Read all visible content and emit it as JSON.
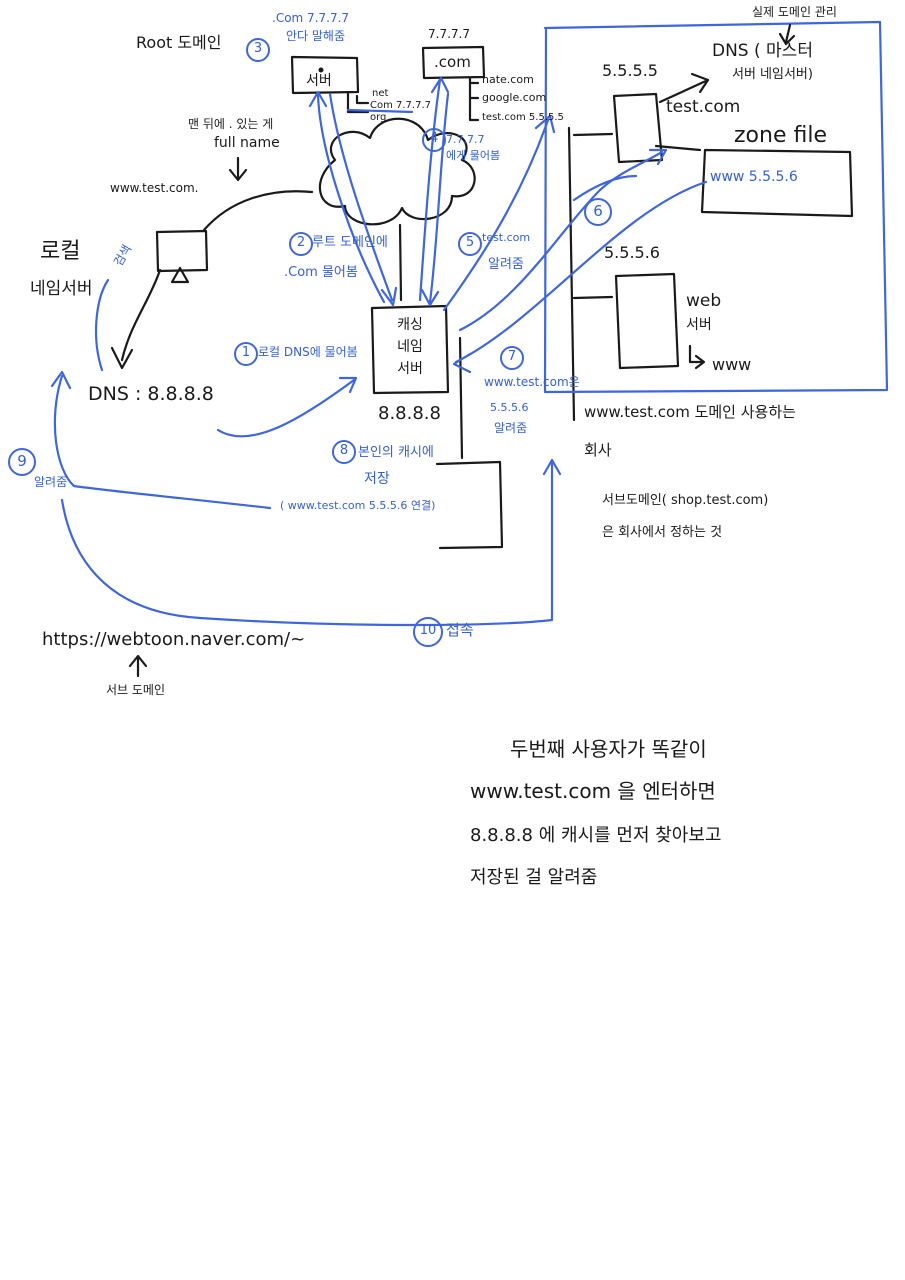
{
  "labels": {
    "root_domain": "Root 도메인",
    "com_ip_top": "7.7.7.7",
    "com_label": ".com",
    "root_server": "서버",
    "root_note_com": ".Com 7.7.7.7",
    "root_note_sub": "안다 말해줌",
    "tld_list_1": "net",
    "tld_list_2": "Com 7.7.7.7",
    "tld_list_3": "org",
    "com_list_1": "nate.com",
    "com_list_2": "google.com",
    "com_list_3": "test.com 5.5.5.5",
    "full_name_1": "맨 뒤에 . 있는 게",
    "full_name_2": "full name",
    "www_full": "www.test.com.",
    "local_ns_1": "로컬",
    "local_ns_2": "네임서버",
    "search": "검색",
    "dns_ip": "DNS : 8.8.8.8",
    "cache_1": "캐싱",
    "cache_2": "네임",
    "cache_3": "서버",
    "cache_ip": "8.8.8.8",
    "step1": "로컬 DNS에 물어봄",
    "step2_1": "루트 도메인에",
    "step2_2": ".Com 물어봄",
    "step4_1": "7.7.7.7",
    "step4_2": "에게 물어봄",
    "step5_1": "test.com",
    "step5_2": "알려줌",
    "step7_1": "www.test.com은",
    "step7_2": "5.5.5.6",
    "step7_3": "알려줌",
    "step8_1": "본인의 캐시에",
    "step8_2": "저장",
    "step8_3": "( www.test.com 5.5.5.6 연결)",
    "step9": "알려줌",
    "step10": "접속",
    "actual_domain": "실제 도메인 관리",
    "dns_master_1": "DNS ( 마스터",
    "dns_master_2": "서버   네임서버)",
    "ip_5555": "5.5.5.5",
    "test_com": "test.com",
    "zone_file": "zone file",
    "zone_entry": "www    5.5.5.6",
    "ip_5556": "5.5.5.6",
    "web_1": "web",
    "web_2": "서버",
    "web_www": "www",
    "company_1": "www.test.com 도메인 사용하는",
    "company_2": "회사",
    "subdomain_note_1": "서브도메인( shop.test.com)",
    "subdomain_note_2": "은 회사에서 정하는 것",
    "example_url": "https://webtoon.naver.com/~",
    "subdomain_label": "서브 도메인",
    "second_user_1": "두번째 사용자가 똑같이",
    "second_user_2": "www.test.com 을 엔터하면",
    "second_user_3": "8.8.8.8 에  캐시를 먼저 찾아보고",
    "second_user_4": "저장된 걸 알려줌"
  },
  "steps": [
    "1",
    "2",
    "3",
    "4",
    "5",
    "6",
    "7",
    "8",
    "9",
    "10"
  ],
  "colors": {
    "ink": "#1a1a1a",
    "pen": "#3f66dc",
    "background": "#ffffff"
  }
}
